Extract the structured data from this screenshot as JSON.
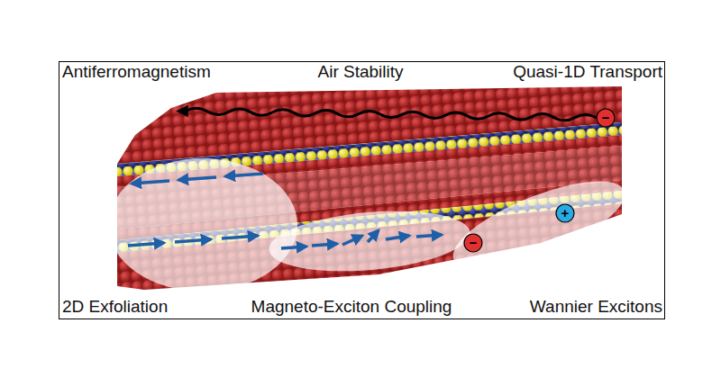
{
  "diagram": {
    "labels": [
      "Antiferromagnetism",
      "Air Stability",
      "Quasi-1D Transport",
      "2D Exfoliation",
      "Magneto-Exciton Coupling",
      "Wannier Excitons",
      "−",
      "−",
      "+"
    ]
  }
}
